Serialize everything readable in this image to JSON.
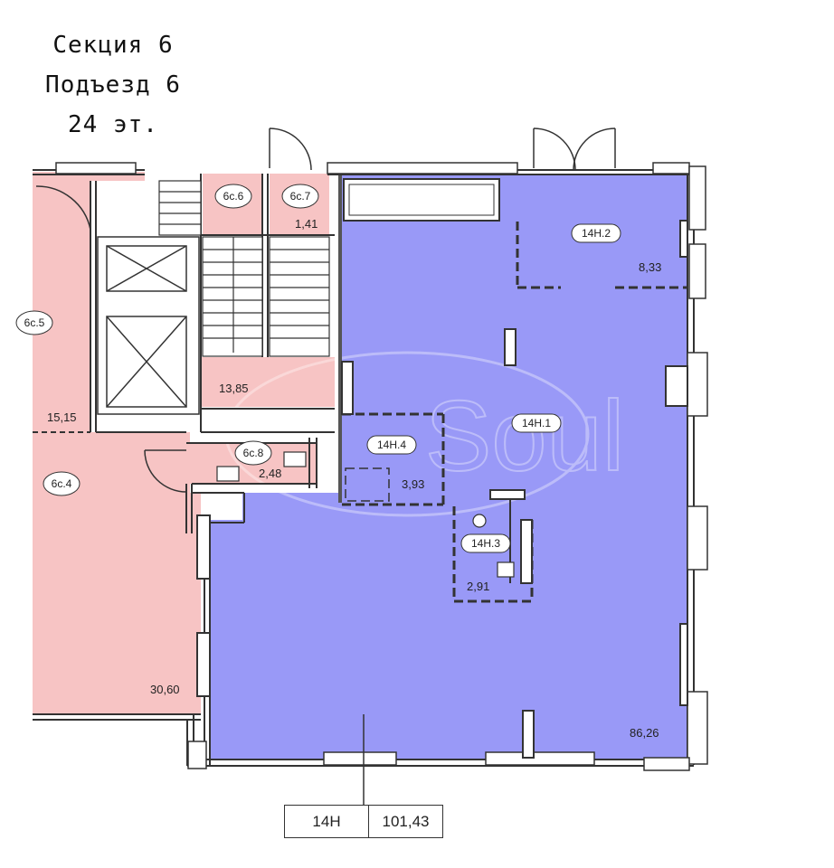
{
  "header": {
    "section": "Секция 6",
    "entrance": "Подъезд 6",
    "floor": "24 эт."
  },
  "rooms": {
    "r14h2": {
      "tag": "14Н.2",
      "area": "8,33"
    },
    "r14h1": {
      "tag": "14Н.1",
      "area": "86,26"
    },
    "r14h4": {
      "tag": "14Н.4",
      "area": "3,93"
    },
    "r14h3": {
      "tag": "14Н.3",
      "area": "2,91"
    },
    "r6c6": {
      "tag": "6с.6"
    },
    "r6c7": {
      "tag": "6с.7",
      "area": "1,41"
    },
    "r6c5": {
      "tag": "6с.5"
    },
    "r6c8": {
      "tag": "6с.8",
      "area": "2,48"
    },
    "r6c4": {
      "tag": "6с.4",
      "area": "30,60"
    },
    "corridor": {
      "area": "15,15"
    },
    "landing": {
      "area": "13,85"
    }
  },
  "unit": {
    "name": "14Н",
    "total_area": "101,43"
  },
  "colors": {
    "commercial_fill": "#9999f7",
    "common_fill": "#f7c4c4",
    "wall": "#333333"
  },
  "watermark": "Soul"
}
